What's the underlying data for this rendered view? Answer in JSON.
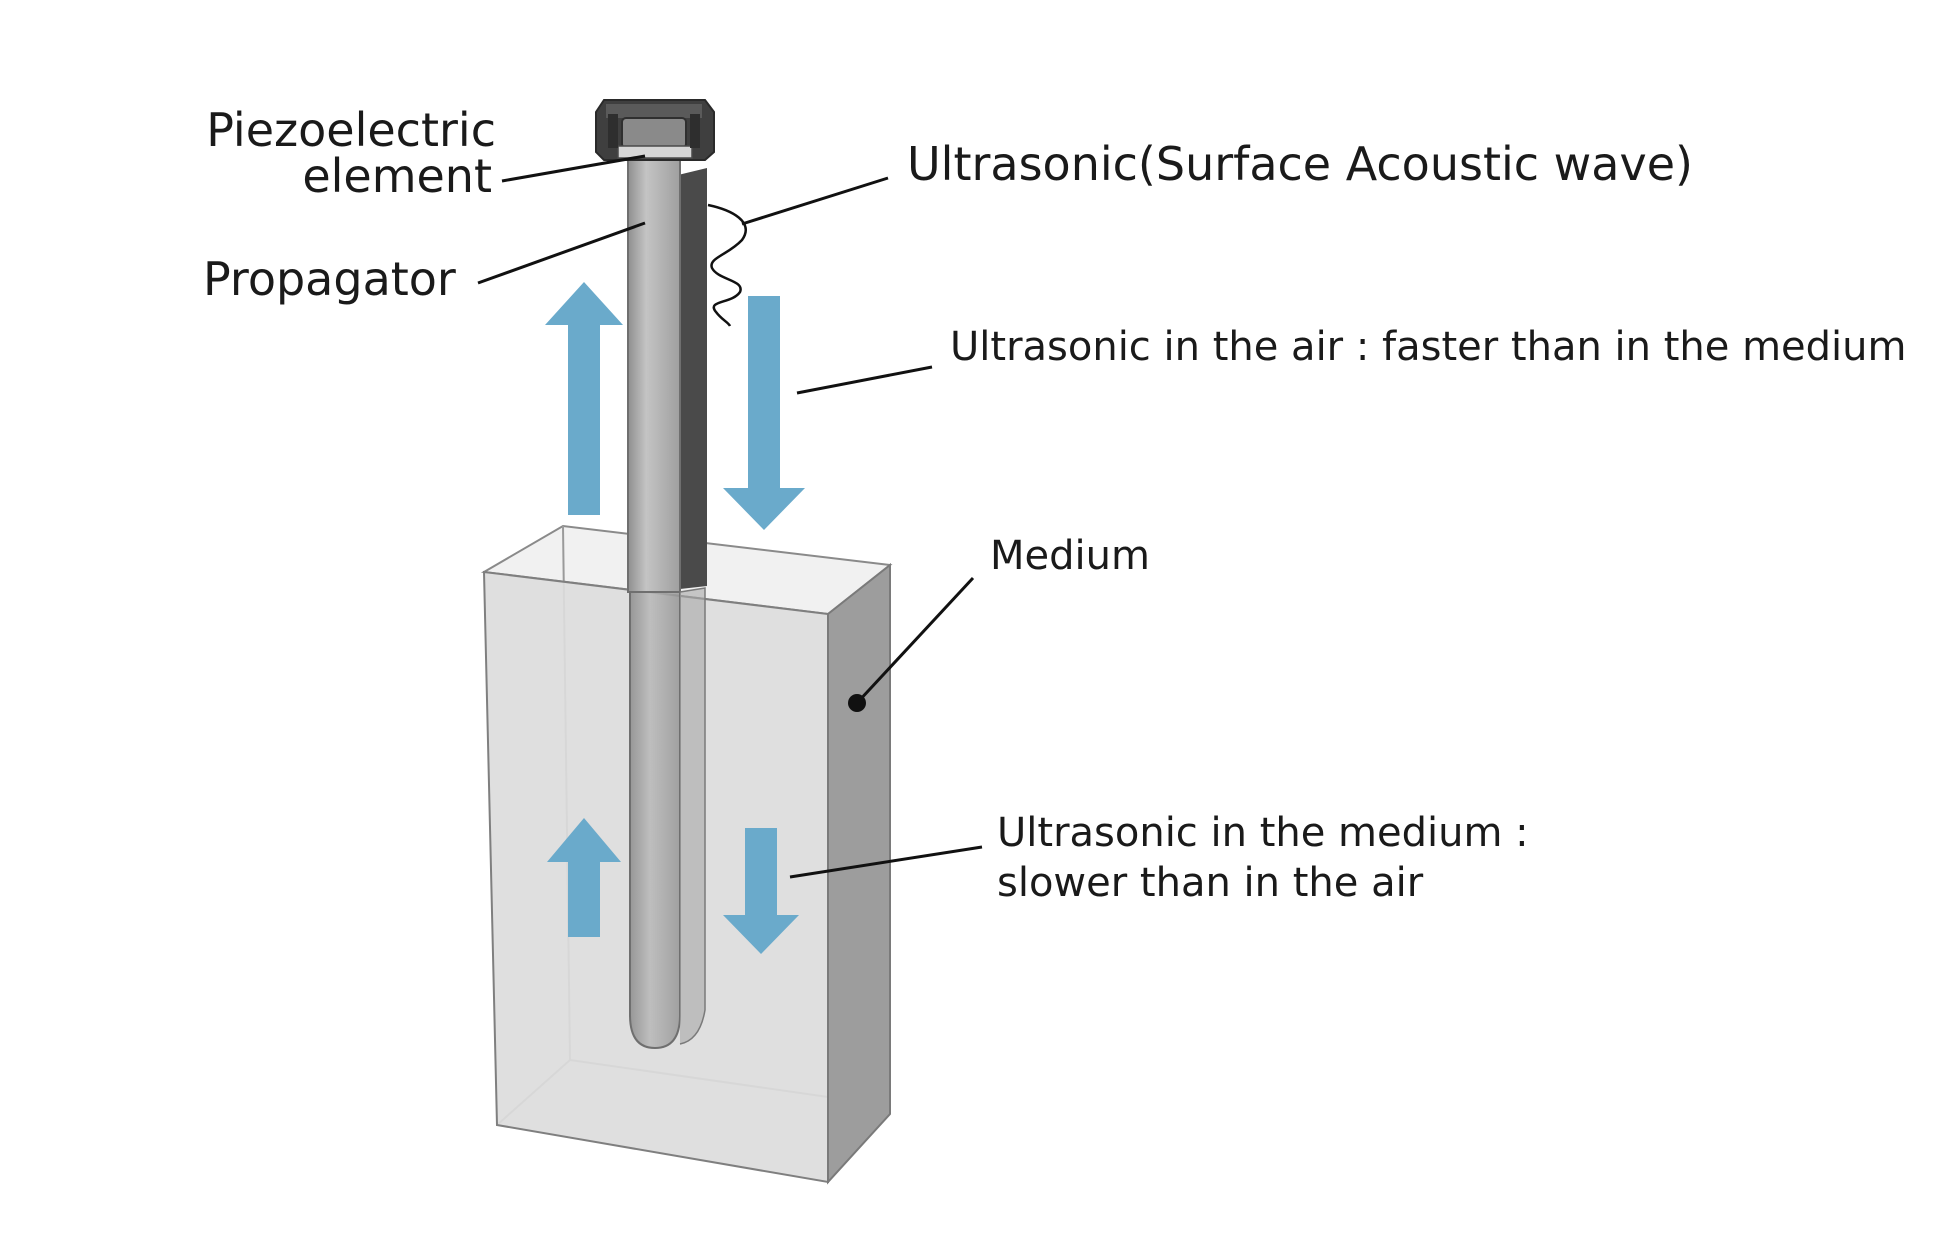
{
  "labels": {
    "piezo_line1": "Piezoelectric",
    "piezo_line2": "element",
    "propagator": "Propagator",
    "surface_wave": "Ultrasonic(Surface Acoustic wave)",
    "air_speed": "Ultrasonic in the air : faster than in the medium",
    "medium": "Medium",
    "medium_speed_line1": "Ultrasonic in the medium :",
    "medium_speed_line2": "slower than in the air"
  },
  "colors": {
    "arrow": "#6aaacb",
    "medium_front": "#d9d9d9",
    "medium_side": "#9a9a9a",
    "medium_top": "#efefef",
    "rod_light": "#b3b3b3",
    "rod_dark": "#4d4d4d",
    "leader_line": "#111111"
  }
}
